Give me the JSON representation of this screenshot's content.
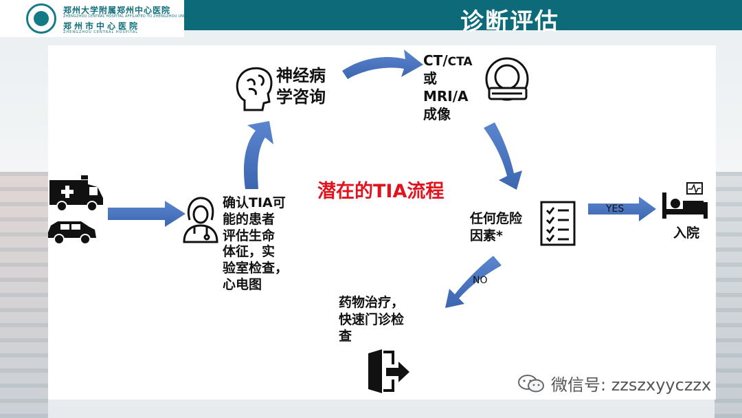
{
  "header": {
    "title": "诊断评估",
    "logo": {
      "name_cn": "郑州大学附属郑州中心医院",
      "name_en": "ZHENGZHOU CENTRAL HOSPITAL AFFILIATED TO ZHENGZHOU UNIVERSITY",
      "name_cn2": "郑州市中心医院",
      "name_en2": "ZHENGZHOU CENTRAL HOSPITAL"
    }
  },
  "flow": {
    "center_label": "潜在的TIA流程",
    "neurology": [
      "神经病",
      "学咨询"
    ],
    "imaging": {
      "line1_a": "CT/",
      "line1_b": "CTA",
      "line2": "或",
      "line3": "MRI/A",
      "line4": "成像"
    },
    "confirm": [
      "确认TIA可",
      "能的患者",
      "评估生命",
      "体征，实",
      "验室检查，",
      "心电图"
    ],
    "risk": [
      "任何危险",
      "因素*"
    ],
    "yes_label": "YES",
    "no_label": "NO",
    "admit": "入院",
    "meds": [
      "药物治疗，",
      "快速门诊检",
      "查"
    ]
  },
  "watermark": "微信号: zzszxyyczzx",
  "colors": {
    "header": "#0d6a78",
    "arrow": "#4a76c2",
    "center_label": "#e0141e"
  },
  "icons": [
    "ambulance-icon",
    "car-icon",
    "doctor-icon",
    "brain-icon",
    "ct-scanner-icon",
    "checklist-icon",
    "hospital-bed-icon",
    "exit-icon",
    "wechat-icon",
    "hospital-logo-emblem"
  ]
}
